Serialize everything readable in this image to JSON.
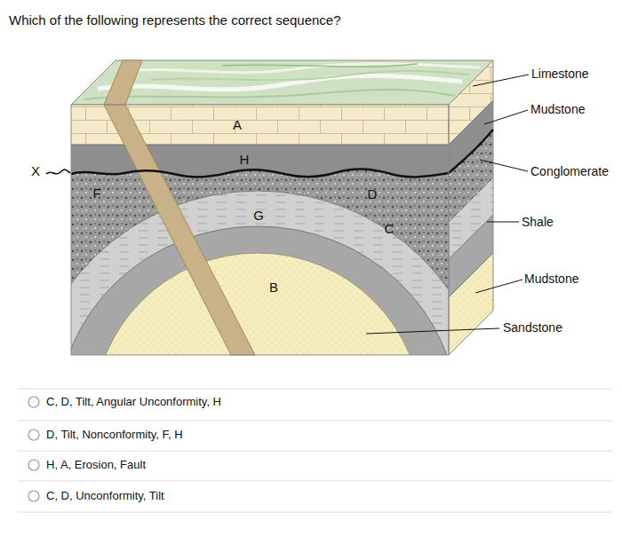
{
  "diagram": {
    "title": "Which of the following represents the correct sequence?",
    "labels": [
      "A",
      "H",
      "X",
      "F",
      "G",
      "C",
      "D",
      "B",
      "Limestone",
      "Mudstone",
      "Conglomerate",
      "Shale",
      "Mudstone",
      "Sandstone",
      "C, D, Tilt, Angular Unconformity, H",
      "D, Tilt, Nonconformity, F, H",
      "H, A, Erosion, Fault",
      "C, D, Unconformity, Tilt"
    ]
  }
}
